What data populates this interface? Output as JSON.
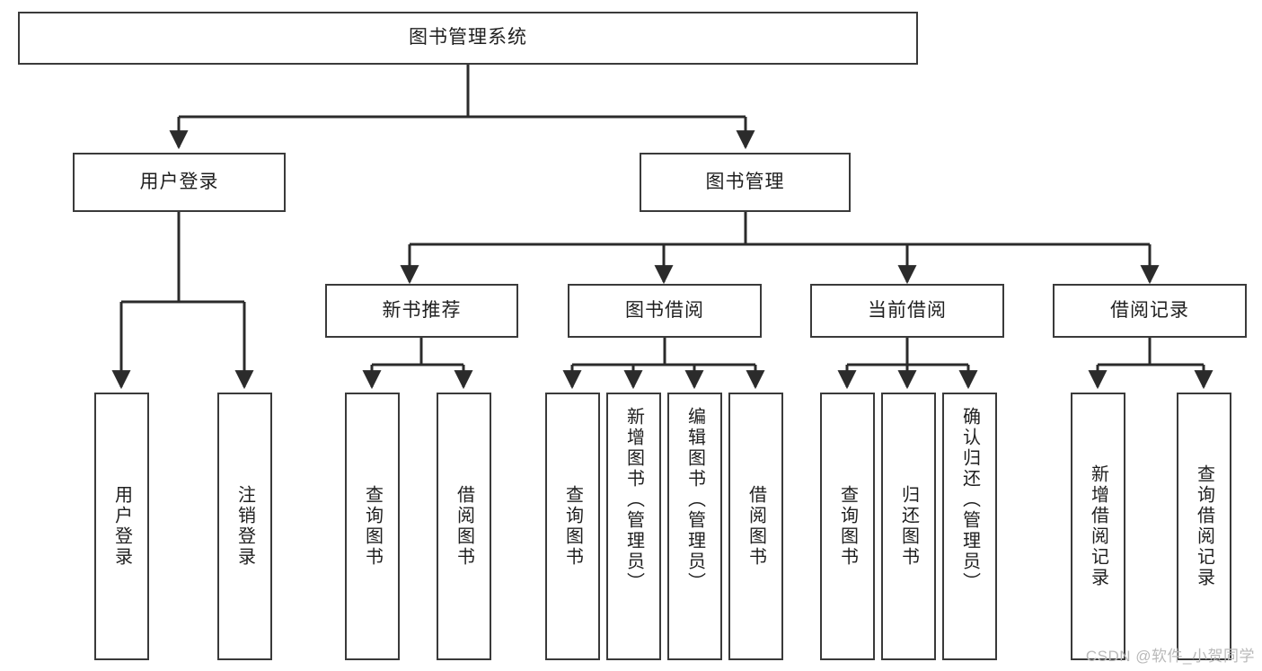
{
  "diagram": {
    "type": "tree",
    "title": "图书管理系统",
    "orientation": "top-down",
    "colors": {
      "box_border": "#3a3a3a",
      "box_fill": "#ffffff",
      "edge": "#2b2b2b",
      "text": "#1f1f1f",
      "watermark": "#b9b9b9"
    },
    "root": {
      "id": "root",
      "label": "图书管理系统"
    },
    "level1": [
      {
        "id": "user-login",
        "label": "用户登录"
      },
      {
        "id": "book-manage",
        "label": "图书管理"
      }
    ],
    "level2": [
      {
        "id": "new-book-recommend",
        "label": "新书推荐",
        "parent": "book-manage"
      },
      {
        "id": "book-borrow",
        "label": "图书借阅",
        "parent": "book-manage"
      },
      {
        "id": "current-borrow",
        "label": "当前借阅",
        "parent": "book-manage"
      },
      {
        "id": "borrow-record",
        "label": "借阅记录",
        "parent": "book-manage"
      }
    ],
    "leaves": [
      {
        "id": "leaf-user-login",
        "label": "用户登录",
        "parent": "user-login"
      },
      {
        "id": "leaf-logout-login",
        "label": "注销登录",
        "parent": "user-login"
      },
      {
        "id": "leaf-query-book-1",
        "label": "查询图书",
        "parent": "new-book-recommend"
      },
      {
        "id": "leaf-borrow-book-1",
        "label": "借阅图书",
        "parent": "new-book-recommend"
      },
      {
        "id": "leaf-query-book-2",
        "label": "查询图书",
        "parent": "book-borrow"
      },
      {
        "id": "leaf-add-book",
        "label": "新增图书（管理员）",
        "parent": "book-borrow"
      },
      {
        "id": "leaf-edit-book",
        "label": "编辑图书（管理员）",
        "parent": "book-borrow"
      },
      {
        "id": "leaf-borrow-book-2",
        "label": "借阅图书",
        "parent": "book-borrow"
      },
      {
        "id": "leaf-query-book-3",
        "label": "查询图书",
        "parent": "current-borrow"
      },
      {
        "id": "leaf-return-book",
        "label": "归还图书",
        "parent": "current-borrow"
      },
      {
        "id": "leaf-confirm-return",
        "label": "确认归还（管理员）",
        "parent": "current-borrow"
      },
      {
        "id": "leaf-add-record",
        "label": "新增借阅记录",
        "parent": "borrow-record"
      },
      {
        "id": "leaf-query-record",
        "label": "查询借阅记录",
        "parent": "borrow-record"
      }
    ]
  },
  "watermark": {
    "text": "CSDN @软件_小贺同学"
  }
}
